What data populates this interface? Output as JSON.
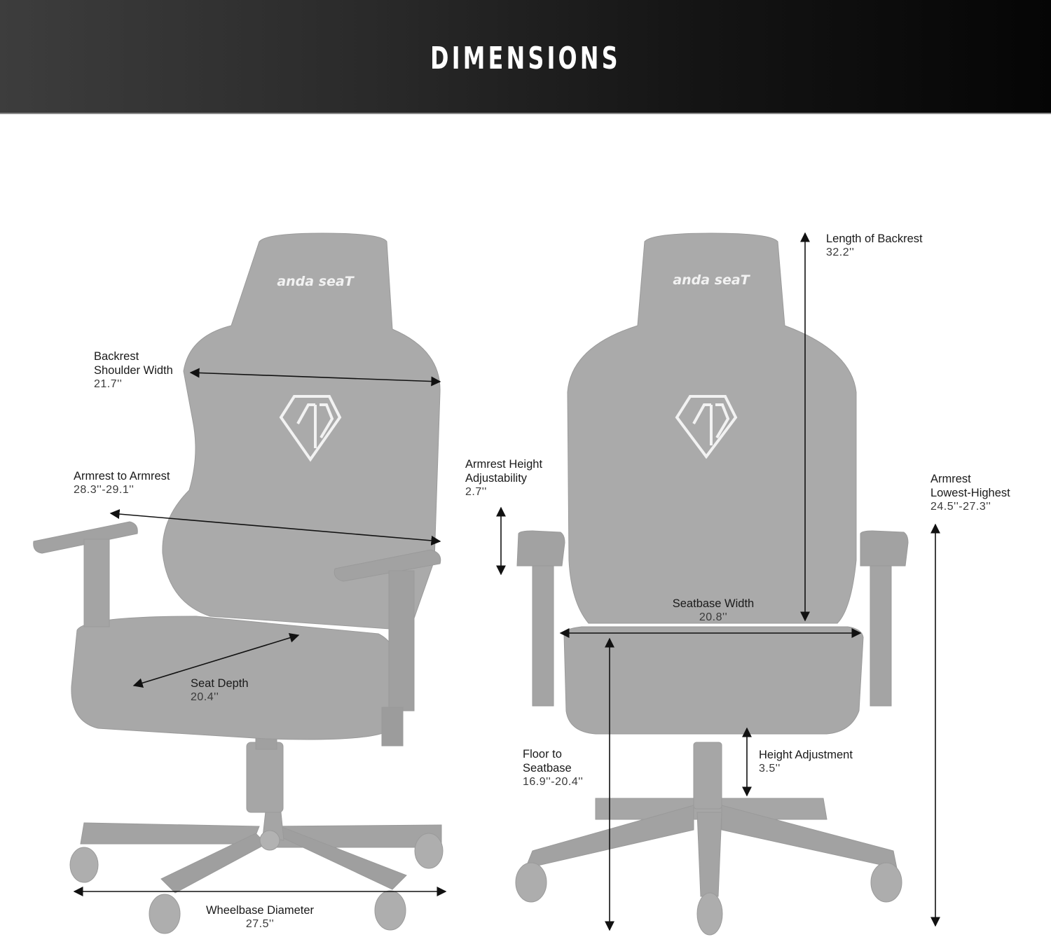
{
  "header": {
    "title": "DIMENSIONS"
  },
  "brand": {
    "logo_text": "anda seaT",
    "emblem": "AD-diamond-emblem"
  },
  "colors": {
    "header_left": "#3d3d3d",
    "header_right": "#050505",
    "chair_gray": "#a9a9a9",
    "chair_dark": "#8f8f8f",
    "arrow": "#111111",
    "text": "#1a1a1a"
  },
  "left_view": {
    "name": "Side-angle view",
    "measurements": [
      {
        "id": "backrest-shoulder-width",
        "label": "Backrest\nShoulder Width",
        "value": "21.7''"
      },
      {
        "id": "armrest-to-armrest",
        "label": "Armrest to Armrest",
        "value": "28.3''-29.1''"
      },
      {
        "id": "seat-depth",
        "label": "Seat Depth",
        "value": "20.4''"
      },
      {
        "id": "wheelbase-diameter",
        "label": "Wheelbase Diameter",
        "value": "27.5''"
      }
    ]
  },
  "right_view": {
    "name": "Front view",
    "measurements": [
      {
        "id": "length-of-backrest",
        "label": "Length of Backrest",
        "value": "32.2''"
      },
      {
        "id": "armrest-height-adjustability",
        "label": "Armrest Height\nAdjustability",
        "value": "2.7''"
      },
      {
        "id": "armrest-lowest-highest",
        "label": "Armrest\nLowest-Highest",
        "value": "24.5''-27.3''"
      },
      {
        "id": "seatbase-width",
        "label": "Seatbase Width",
        "value": "20.8''"
      },
      {
        "id": "floor-to-seatbase",
        "label": "Floor to\nSeatbase",
        "value": "16.9''-20.4''"
      },
      {
        "id": "height-adjustment",
        "label": "Height Adjustment",
        "value": "3.5''"
      }
    ]
  }
}
